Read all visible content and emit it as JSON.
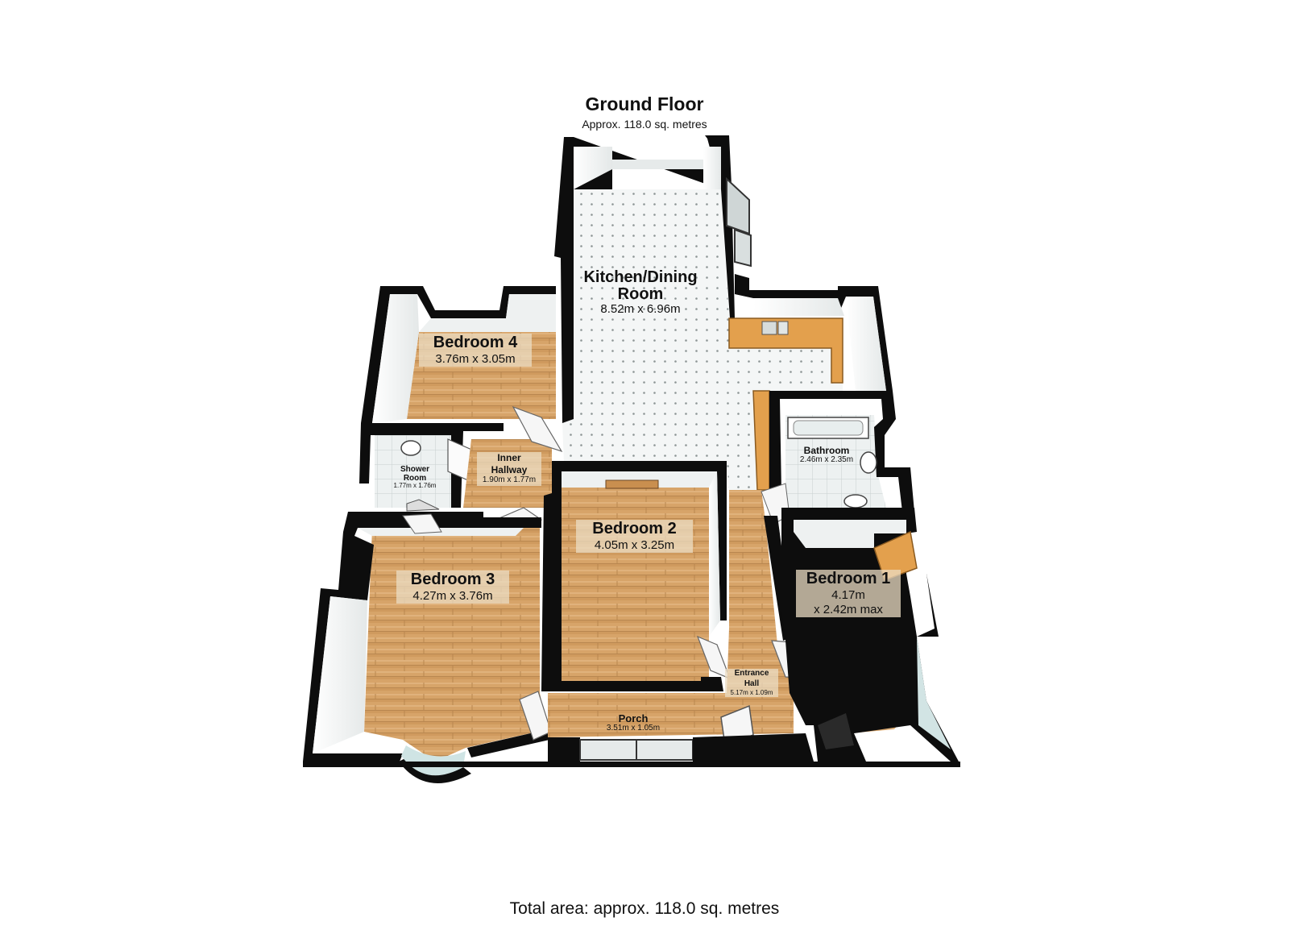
{
  "floor": {
    "title": "Ground Floor",
    "area": "Approx. 118.0 sq. metres"
  },
  "total_area": "Total area: approx. 118.0 sq. metres",
  "colors": {
    "wall": "#0d0d0d",
    "wall_face": "#f2f4f4",
    "wood_floor": "#d7a469",
    "tile_floor": "#e9eded",
    "kitchen_worktop": "#e3a04d"
  },
  "rooms": {
    "kitchen": {
      "name_1": "Kitchen/Dining",
      "name_2": "Room",
      "dims": "8.52m x 6.96m"
    },
    "bedroom4": {
      "name": "Bedroom 4",
      "dims": "3.76m x 3.05m"
    },
    "bathroom": {
      "name": "Bathroom",
      "dims": "2.46m x 2.35m"
    },
    "shower": {
      "name_1": "Shower",
      "name_2": "Room",
      "dims": "1.77m x 1.76m"
    },
    "inner_hallway": {
      "name_1": "Inner",
      "name_2": "Hallway",
      "dims": "1.90m x 1.77m"
    },
    "bedroom2": {
      "name": "Bedroom 2",
      "dims": "4.05m x 3.25m"
    },
    "bedroom3": {
      "name": "Bedroom 3",
      "dims": "4.27m x 3.76m"
    },
    "bedroom1": {
      "name": "Bedroom 1",
      "dims_1": "4.17m",
      "dims_2": "x 2.42m max"
    },
    "entrance_hall": {
      "name_1": "Entrance",
      "name_2": "Hall",
      "dims": "5.17m x 1.09m"
    },
    "porch": {
      "name": "Porch",
      "dims": "3.51m x 1.05m"
    }
  }
}
